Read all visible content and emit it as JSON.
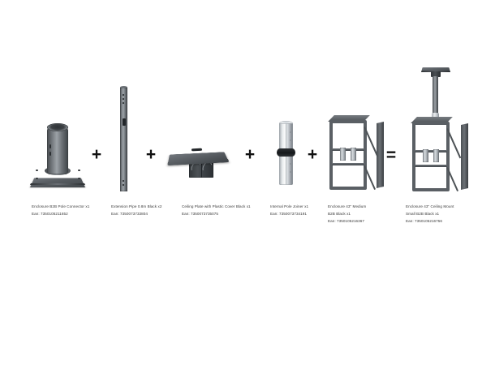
{
  "page": {
    "background_color": "#ffffff",
    "type": "product-assembly-diagram",
    "caption_color": "#3a3a3a"
  },
  "operators": {
    "plus": "+",
    "equals": "="
  },
  "components": [
    {
      "id": "pole-connector",
      "name": "Enclosure B2B Pole Connector x1",
      "ean": "Ean: 7350105211652",
      "art": "pole-connector-with-base-plate"
    },
    {
      "id": "extension-pipe",
      "name": "Extension Pipe 0.8m Black x2",
      "ean": "Ean: 7350073733804",
      "art": "vertical-extension-pipe"
    },
    {
      "id": "ceiling-plate",
      "name": "Ceiling Plate with Plastic Cover Black x1",
      "ean": "Ean: 7350073735075",
      "art": "ceiling-plate-with-plastic-cover"
    },
    {
      "id": "pole-joiner",
      "name": "Internal Pole Joiner x1",
      "ean": "Ean: 7350073734191",
      "art": "internal-pole-joiner"
    },
    {
      "id": "enclosure-frame",
      "name_line1": "Enclosure 43\" Medium",
      "name_line2": "B2B Black x1",
      "ean": "Ean: 7350105216367",
      "art": "enclosure-frame"
    }
  ],
  "result": {
    "id": "assembled-ceiling-mount",
    "name_line1": "Enclosure 43\" Ceiling Mount",
    "name_line2": "Small B2B Black x1",
    "ean": "Ean: 7350105216756",
    "art": "assembled-ceiling-mount-unit"
  }
}
